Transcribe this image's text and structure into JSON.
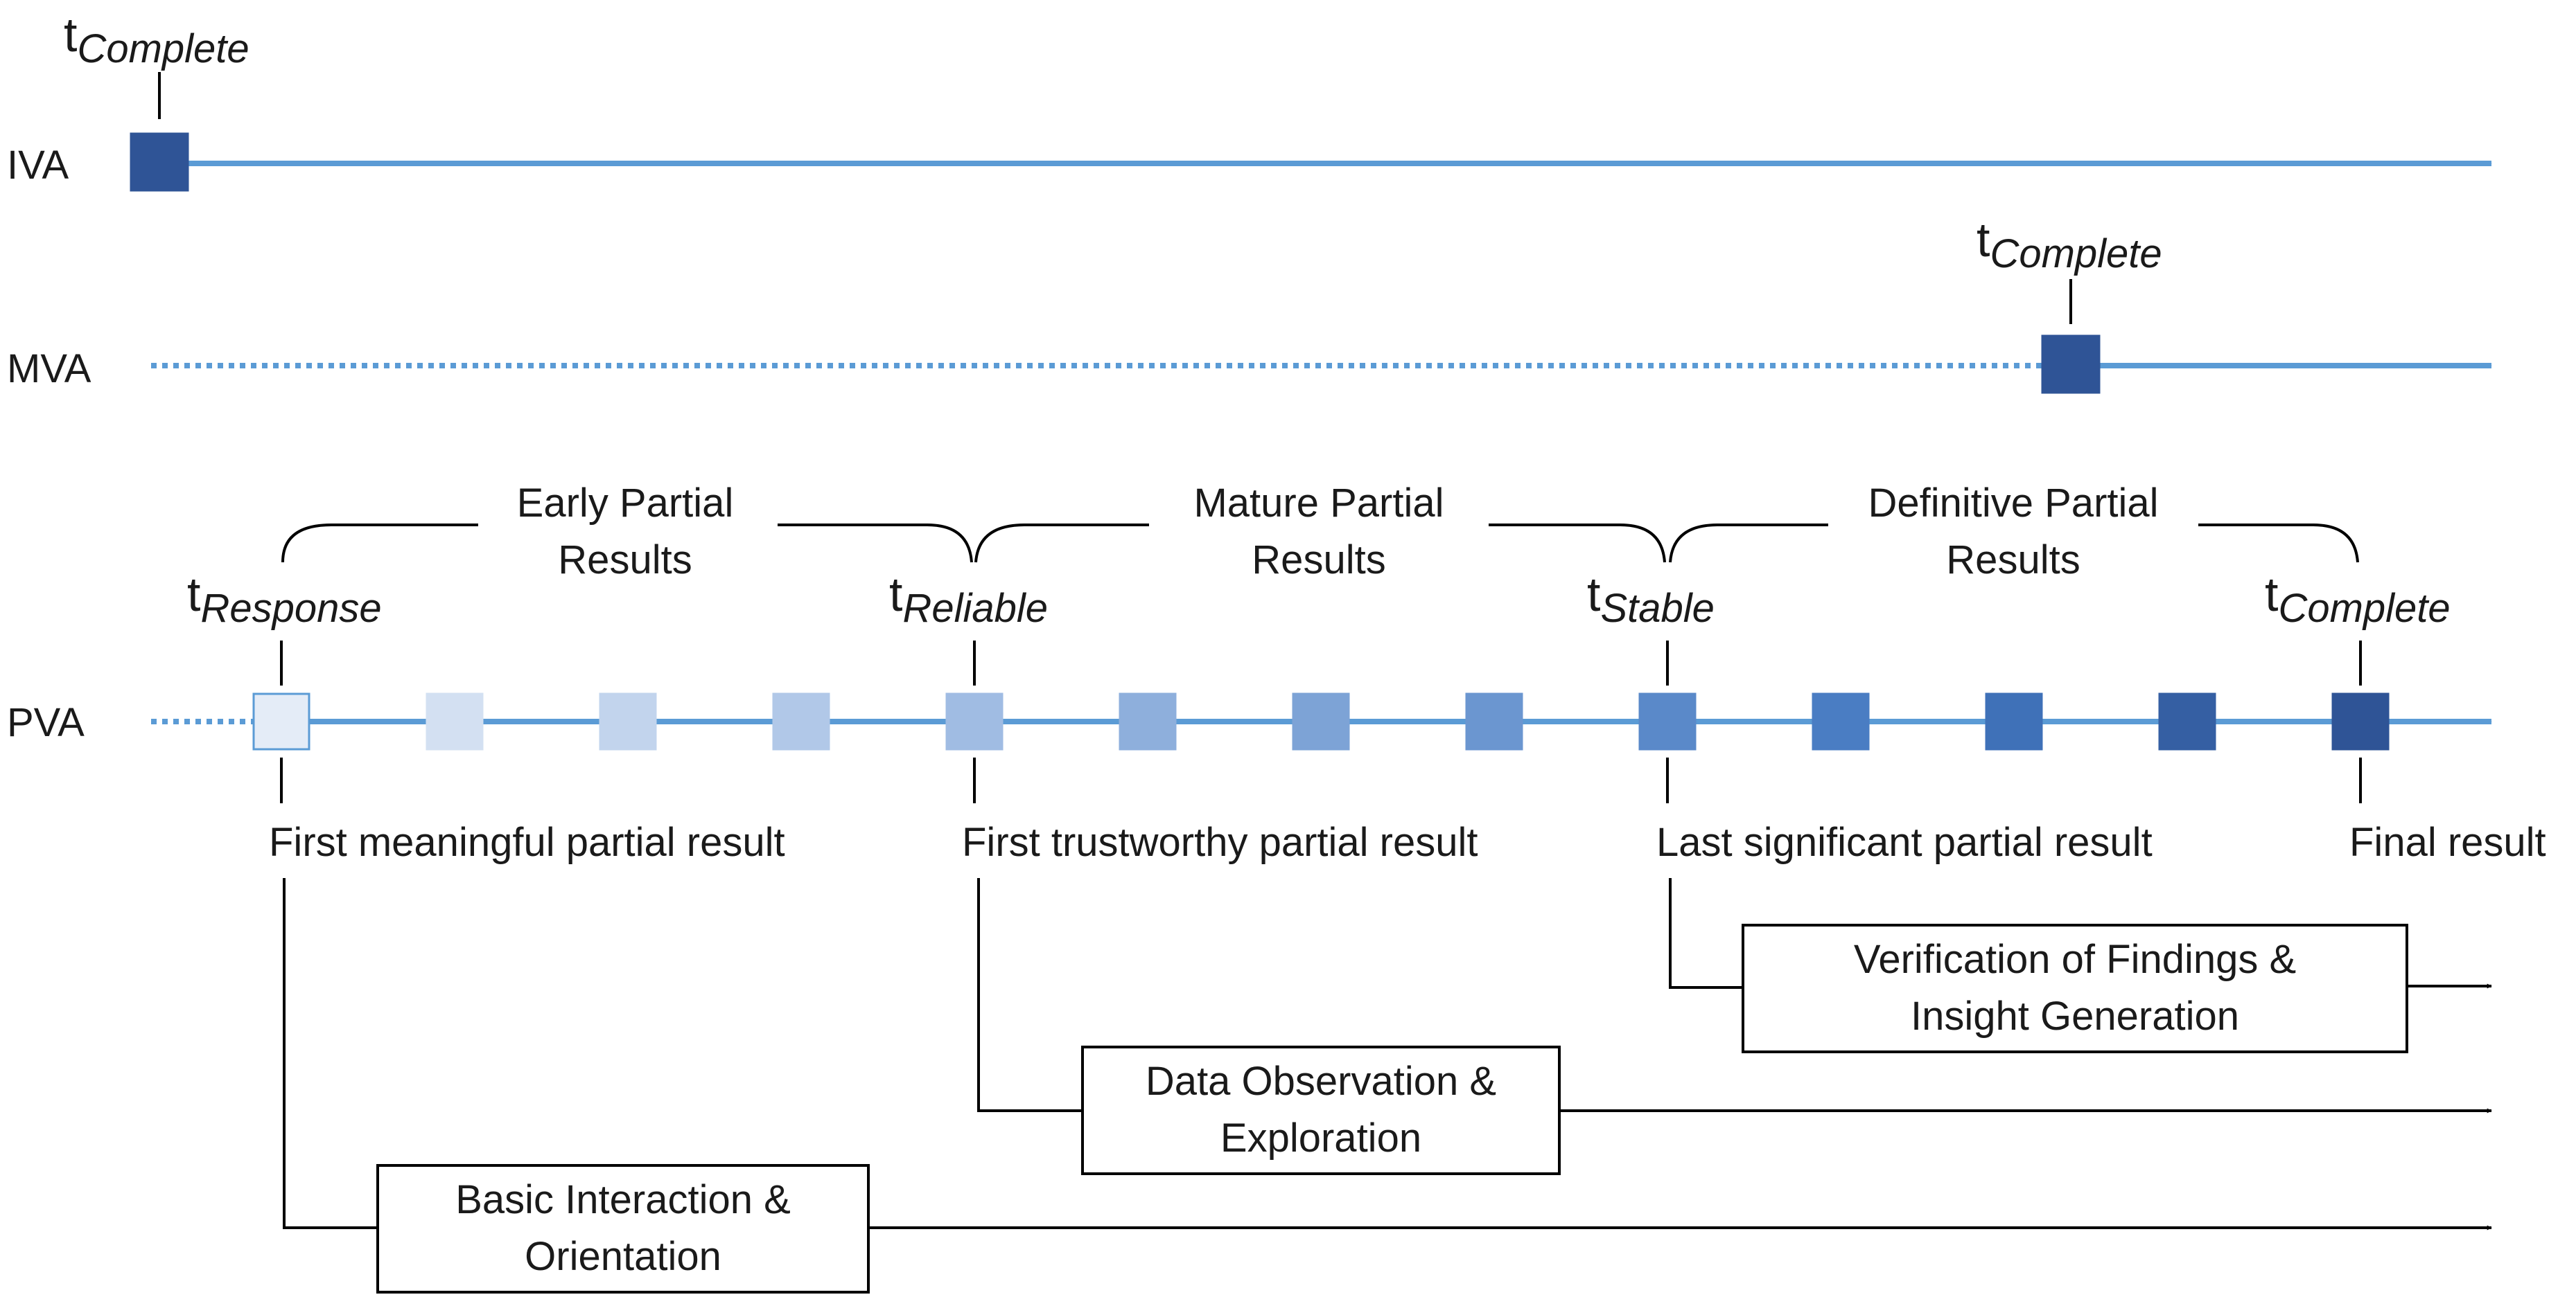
{
  "colors": {
    "timeline": "#5b9bd5",
    "marker_dark": "#2f5496",
    "black": "#000000",
    "pva_markers": [
      "#e4ecf7",
      "#d3e0f2",
      "#c2d4ed",
      "#b1c8e8",
      "#a0bce3",
      "#8eafdc",
      "#7da3d6",
      "#6b96d0",
      "#5a89c9",
      "#4a7dc3",
      "#3f71b8",
      "#355fa3",
      "#2f5496"
    ]
  },
  "rows": {
    "iva": {
      "label": "IVA",
      "marker": {
        "t": "t",
        "sub": "Complete"
      }
    },
    "mva": {
      "label": "MVA",
      "marker": {
        "t": "t",
        "sub": "Complete"
      }
    },
    "pva": {
      "label": "PVA"
    }
  },
  "pva_milestones": [
    {
      "t": "t",
      "sub": "Response",
      "description": "First meaningful partial result"
    },
    {
      "t": "t",
      "sub": "Reliable",
      "description": "First trustworthy partial result"
    },
    {
      "t": "t",
      "sub": "Stable",
      "description": "Last significant partial result"
    },
    {
      "t": "t",
      "sub": "Complete",
      "description": "Final result"
    }
  ],
  "phases": [
    {
      "line1": "Early Partial",
      "line2": "Results"
    },
    {
      "line1": "Mature Partial",
      "line2": "Results"
    },
    {
      "line1": "Definitive Partial",
      "line2": "Results"
    }
  ],
  "activities": [
    {
      "line1": "Verification of Findings &",
      "line2": "Insight Generation"
    },
    {
      "line1": "Data Observation &",
      "line2": "Exploration"
    },
    {
      "line1": "Basic Interaction &",
      "line2": "Orientation"
    }
  ]
}
